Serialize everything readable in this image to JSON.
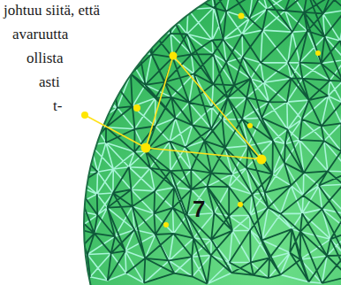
{
  "diagram": {
    "labels": [
      "johtuu siitä, että",
      "avaruutta",
      "ollista",
      "asti",
      "t-",
      "7"
    ]
  }
}
